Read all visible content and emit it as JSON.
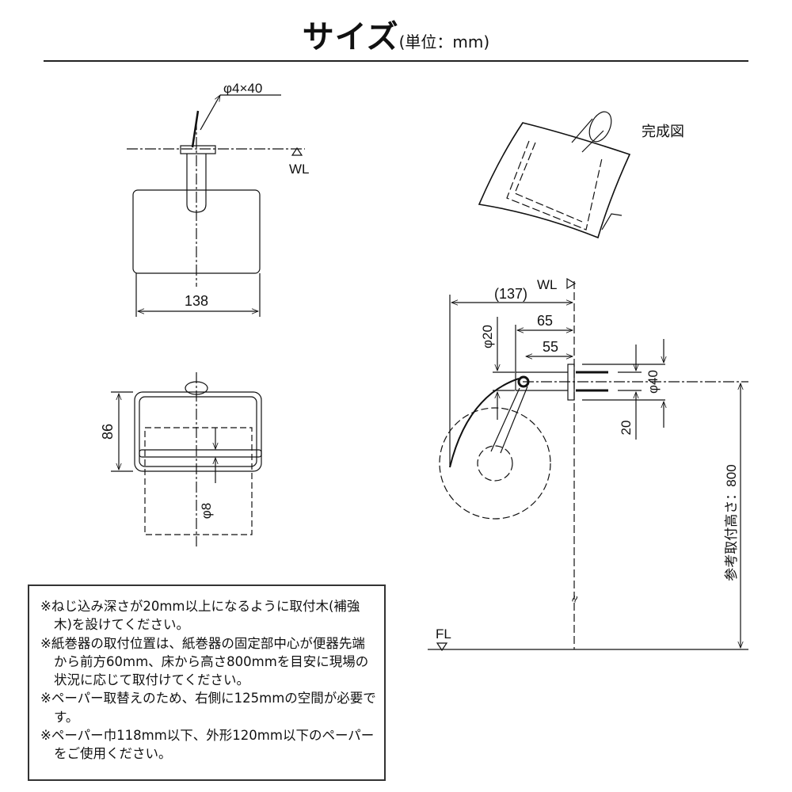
{
  "title": {
    "main": "サイズ",
    "unit": "(単位：mm)"
  },
  "front_view": {
    "screw_label": "φ4×40",
    "wl_label": "WL",
    "width_label": "138"
  },
  "top_view": {
    "depth_label": "86",
    "bar_label": "φ8"
  },
  "perspective": {
    "label": "完成図"
  },
  "side_view": {
    "overall_label": "(137)",
    "wl_label": "WL",
    "dim_65": "65",
    "dim_55": "55",
    "dia_20": "φ20",
    "dia_40": "φ40",
    "dim_20": "20",
    "height_label": "参考取付高さ：800",
    "break_mark": "≈",
    "fl_label": "FL"
  },
  "notes": [
    "※ねじ込み深さが20mm以上になるように取付木(補強木)を設けてください。",
    "※紙巻器の取付位置は、紙巻器の固定部中心が便器先端から前方60mm、床から高さ800mmを目安に現場の状況に応じて取付けてください。",
    "※ペーパー取替えのため、右側に125mmの空間が必要です。",
    "※ペーパー巾118mm以下、外形120mm以下のペーパーをご使用ください。"
  ]
}
